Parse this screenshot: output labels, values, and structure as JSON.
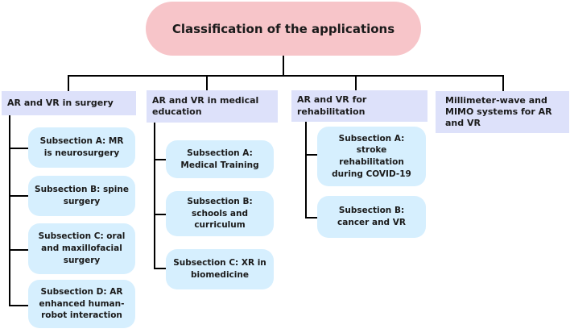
{
  "root": {
    "label": "Classification of the applications"
  },
  "categories": [
    {
      "label": "AR and VR in surgery",
      "subsections": [
        "Subsection A: MR is neurosurgery",
        "Subsection B: spine surgery",
        "Subsection C: oral and maxillofacial surgery",
        "Subsection D: AR enhanced human-robot interaction"
      ]
    },
    {
      "label": "AR and VR in medical education",
      "subsections": [
        "Subsection A: Medical Training",
        "Subsection B: schools and curriculum",
        "Subsection C: XR in biomedicine"
      ]
    },
    {
      "label": "AR and VR for rehabilitation",
      "subsections": [
        "Subsection A: stroke rehabilitation during COVID-19",
        "Subsection B: cancer and VR"
      ]
    },
    {
      "label": "Millimeter-wave and MIMO systems for AR and VR",
      "subsections": []
    }
  ],
  "colors": {
    "root_fill": "#f7c5c9",
    "category_fill": "#dde1fa",
    "subsection_fill": "#d6effe",
    "connector": "#000000"
  }
}
